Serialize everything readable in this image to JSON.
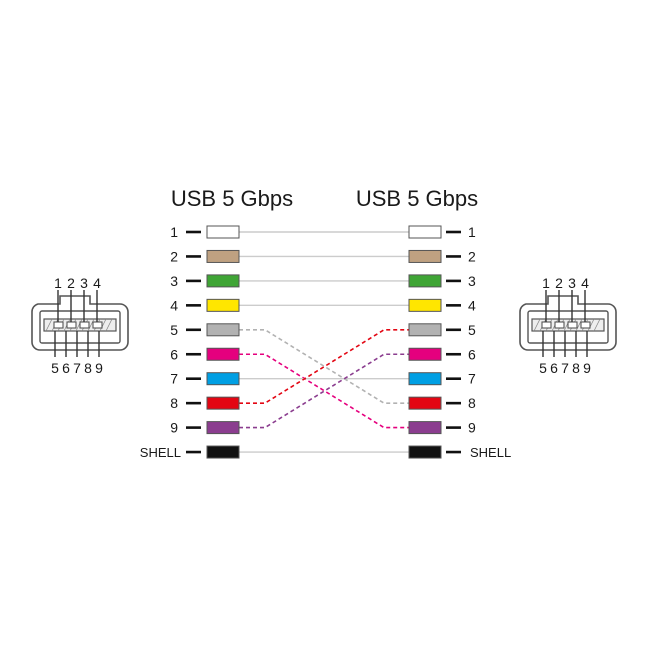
{
  "left": {
    "title": "USB 5 Gbps"
  },
  "right": {
    "title": "USB 5 Gbps"
  },
  "wires": [
    {
      "label": "1",
      "color": "#ffffff",
      "to": "1"
    },
    {
      "label": "2",
      "color": "#bfa181",
      "to": "2"
    },
    {
      "label": "3",
      "color": "#3fa535",
      "to": "3"
    },
    {
      "label": "4",
      "color": "#ffe600",
      "to": "4"
    },
    {
      "label": "5",
      "color": "#b2b2b2",
      "to": "8"
    },
    {
      "label": "6",
      "color": "#e5007e",
      "to": "9"
    },
    {
      "label": "7",
      "color": "#009fe3",
      "to": "7"
    },
    {
      "label": "8",
      "color": "#e30613",
      "to": "5"
    },
    {
      "label": "9",
      "color": "#8b3d8f",
      "to": "6"
    },
    {
      "label": "SHELL",
      "color": "#111111",
      "to": "SHELL"
    }
  ],
  "connector": {
    "top_pins": [
      "1",
      "2",
      "3",
      "4"
    ],
    "bottom_pins": [
      "5",
      "6",
      "7",
      "8",
      "9"
    ]
  },
  "colors": {
    "outline": "#555555",
    "straight_wire": "#cccccc",
    "text": "#1a1a1a"
  }
}
